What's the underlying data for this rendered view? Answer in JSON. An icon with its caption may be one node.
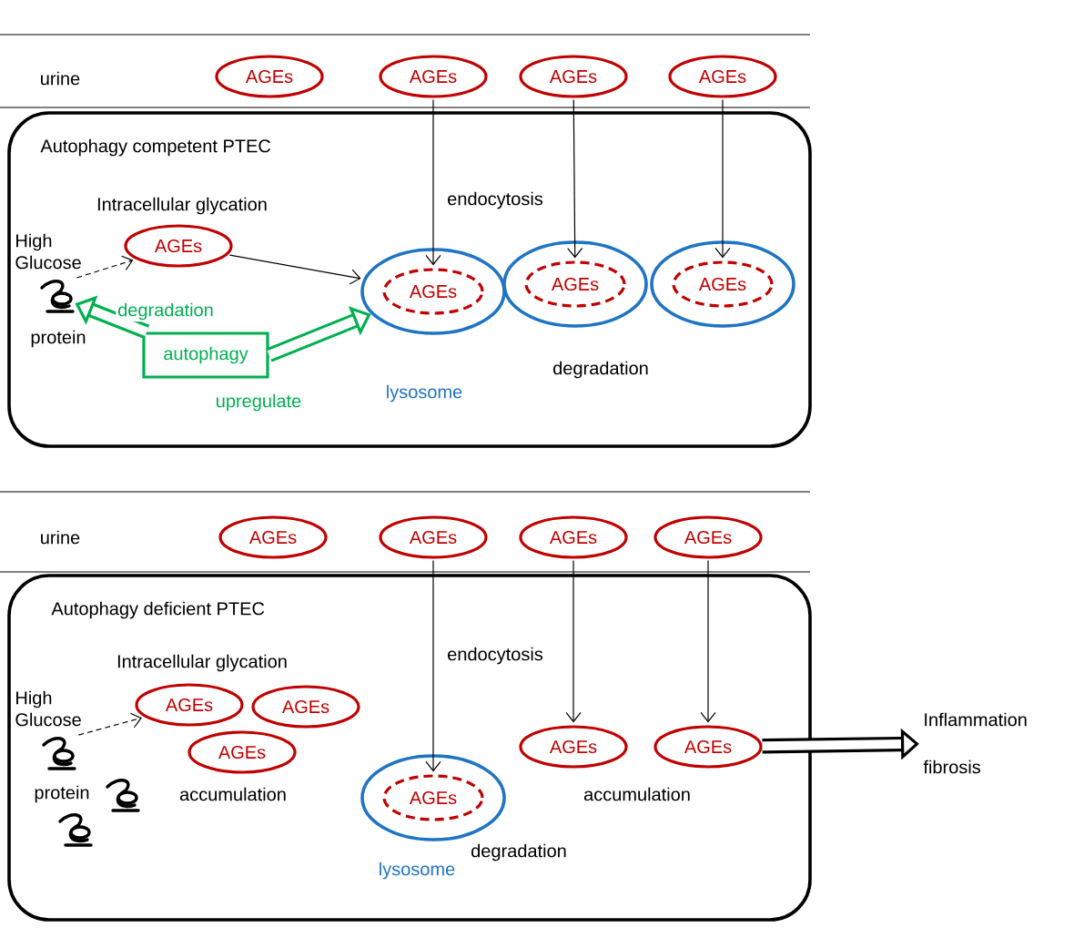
{
  "diagram": {
    "nodes": [
      {
        "text": [
          "AGEs"
        ]
      },
      {
        "text": [
          "AGEs"
        ]
      },
      {
        "text": [
          "AGEs"
        ]
      },
      {
        "text": [
          "AGEs"
        ]
      },
      {
        "text": [
          "Autophagy competent PTEC"
        ]
      },
      {
        "text": [
          "AGEs"
        ],
        "in": 4,
        "beside": [
          "Intracellular glycation"
        ]
      },
      {
        "text": [],
        "shape": "picture",
        "in": 4,
        "beside": [
          "High Glucose",
          "protein"
        ]
      },
      {
        "text": [
          "autophagy"
        ],
        "in": 4
      },
      {
        "text": [],
        "shape": "ellipse",
        "in": 4,
        "beside": [
          "lysosome"
        ]
      },
      {
        "text": [
          "AGEs"
        ],
        "in": 8
      },
      {
        "text": [],
        "shape": "ellipse",
        "in": 4
      },
      {
        "text": [
          "AGEs"
        ],
        "in": 10
      },
      {
        "text": [],
        "shape": "ellipse",
        "in": 4
      },
      {
        "text": [
          "AGEs"
        ],
        "in": 12
      },
      {
        "text": [
          "AGEs"
        ]
      },
      {
        "text": [
          "AGEs"
        ]
      },
      {
        "text": [
          "AGEs"
        ]
      },
      {
        "text": [
          "AGEs"
        ]
      },
      {
        "text": [
          "Autophagy deficient PTEC"
        ]
      },
      {
        "text": [
          "AGEs"
        ],
        "in": 18,
        "beside": [
          "Intracellular glycation"
        ]
      },
      {
        "text": [
          "AGEs"
        ],
        "in": 18
      },
      {
        "text": [
          "AGEs"
        ],
        "in": 18,
        "beside": [
          "accumulation"
        ]
      },
      {
        "text": [],
        "shape": "picture",
        "in": 18,
        "beside": [
          "High Glucose",
          "protein"
        ]
      },
      {
        "text": [],
        "shape": "picture",
        "in": 18
      },
      {
        "text": [],
        "shape": "picture",
        "in": 18
      },
      {
        "text": [],
        "shape": "ellipse",
        "in": 18,
        "beside": [
          "lysosome"
        ]
      },
      {
        "text": [
          "AGEs"
        ],
        "in": 25
      },
      {
        "text": [
          "AGEs"
        ],
        "in": 18
      },
      {
        "text": [
          "AGEs"
        ],
        "in": 18
      },
      {
        "text": [
          "Inflammation",
          "fibrosis"
        ]
      }
    ],
    "edges": [
      {
        "from": 1,
        "to": 9,
        "arrow": "to"
      },
      {
        "from": 2,
        "to": 11,
        "arrow": "to"
      },
      {
        "from": 3,
        "to": 13,
        "arrow": "to"
      },
      {
        "from": 5,
        "to": 8,
        "arrow": "to"
      },
      {
        "from": 6,
        "to": 5,
        "arrow": "to",
        "style": "dashed"
      },
      {
        "from": 7,
        "to": 6,
        "arrow": "to",
        "style": "thick",
        "color": "#00b050",
        "label": "degradation"
      },
      {
        "from": 7,
        "to": 8,
        "arrow": "to",
        "style": "thick",
        "color": "#00b050",
        "label": "upregulate"
      },
      {
        "from": 15,
        "to": 26,
        "arrow": "to"
      },
      {
        "from": 16,
        "to": 27,
        "arrow": "to"
      },
      {
        "from": 17,
        "to": 28,
        "arrow": "to"
      },
      {
        "from": 22,
        "to": 19,
        "arrow": "to",
        "style": "dashed"
      },
      {
        "from": 28,
        "to": 29,
        "arrow": "to",
        "style": "thick"
      }
    ],
    "labels": [
      "urine",
      "endocytosis",
      "degradation",
      "urine",
      "endocytosis",
      "accumulation",
      "degradation"
    ]
  }
}
